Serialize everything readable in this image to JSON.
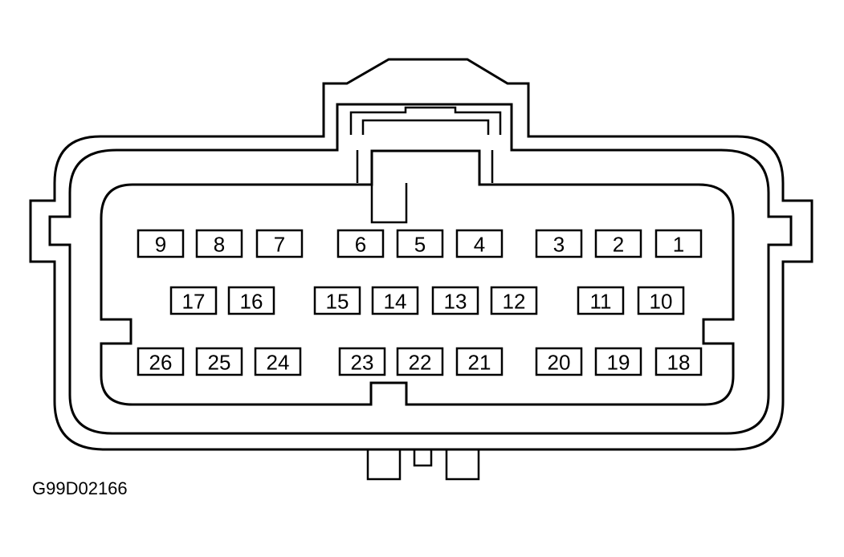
{
  "figure_id": "G99D02166",
  "connector": {
    "row_top": [
      "9",
      "8",
      "7",
      "6",
      "5",
      "4",
      "3",
      "2",
      "1"
    ],
    "row_middle": [
      "17",
      "16",
      "15",
      "14",
      "13",
      "12",
      "11",
      "10"
    ],
    "row_bottom": [
      "26",
      "25",
      "24",
      "23",
      "22",
      "21",
      "20",
      "19",
      "18"
    ]
  }
}
